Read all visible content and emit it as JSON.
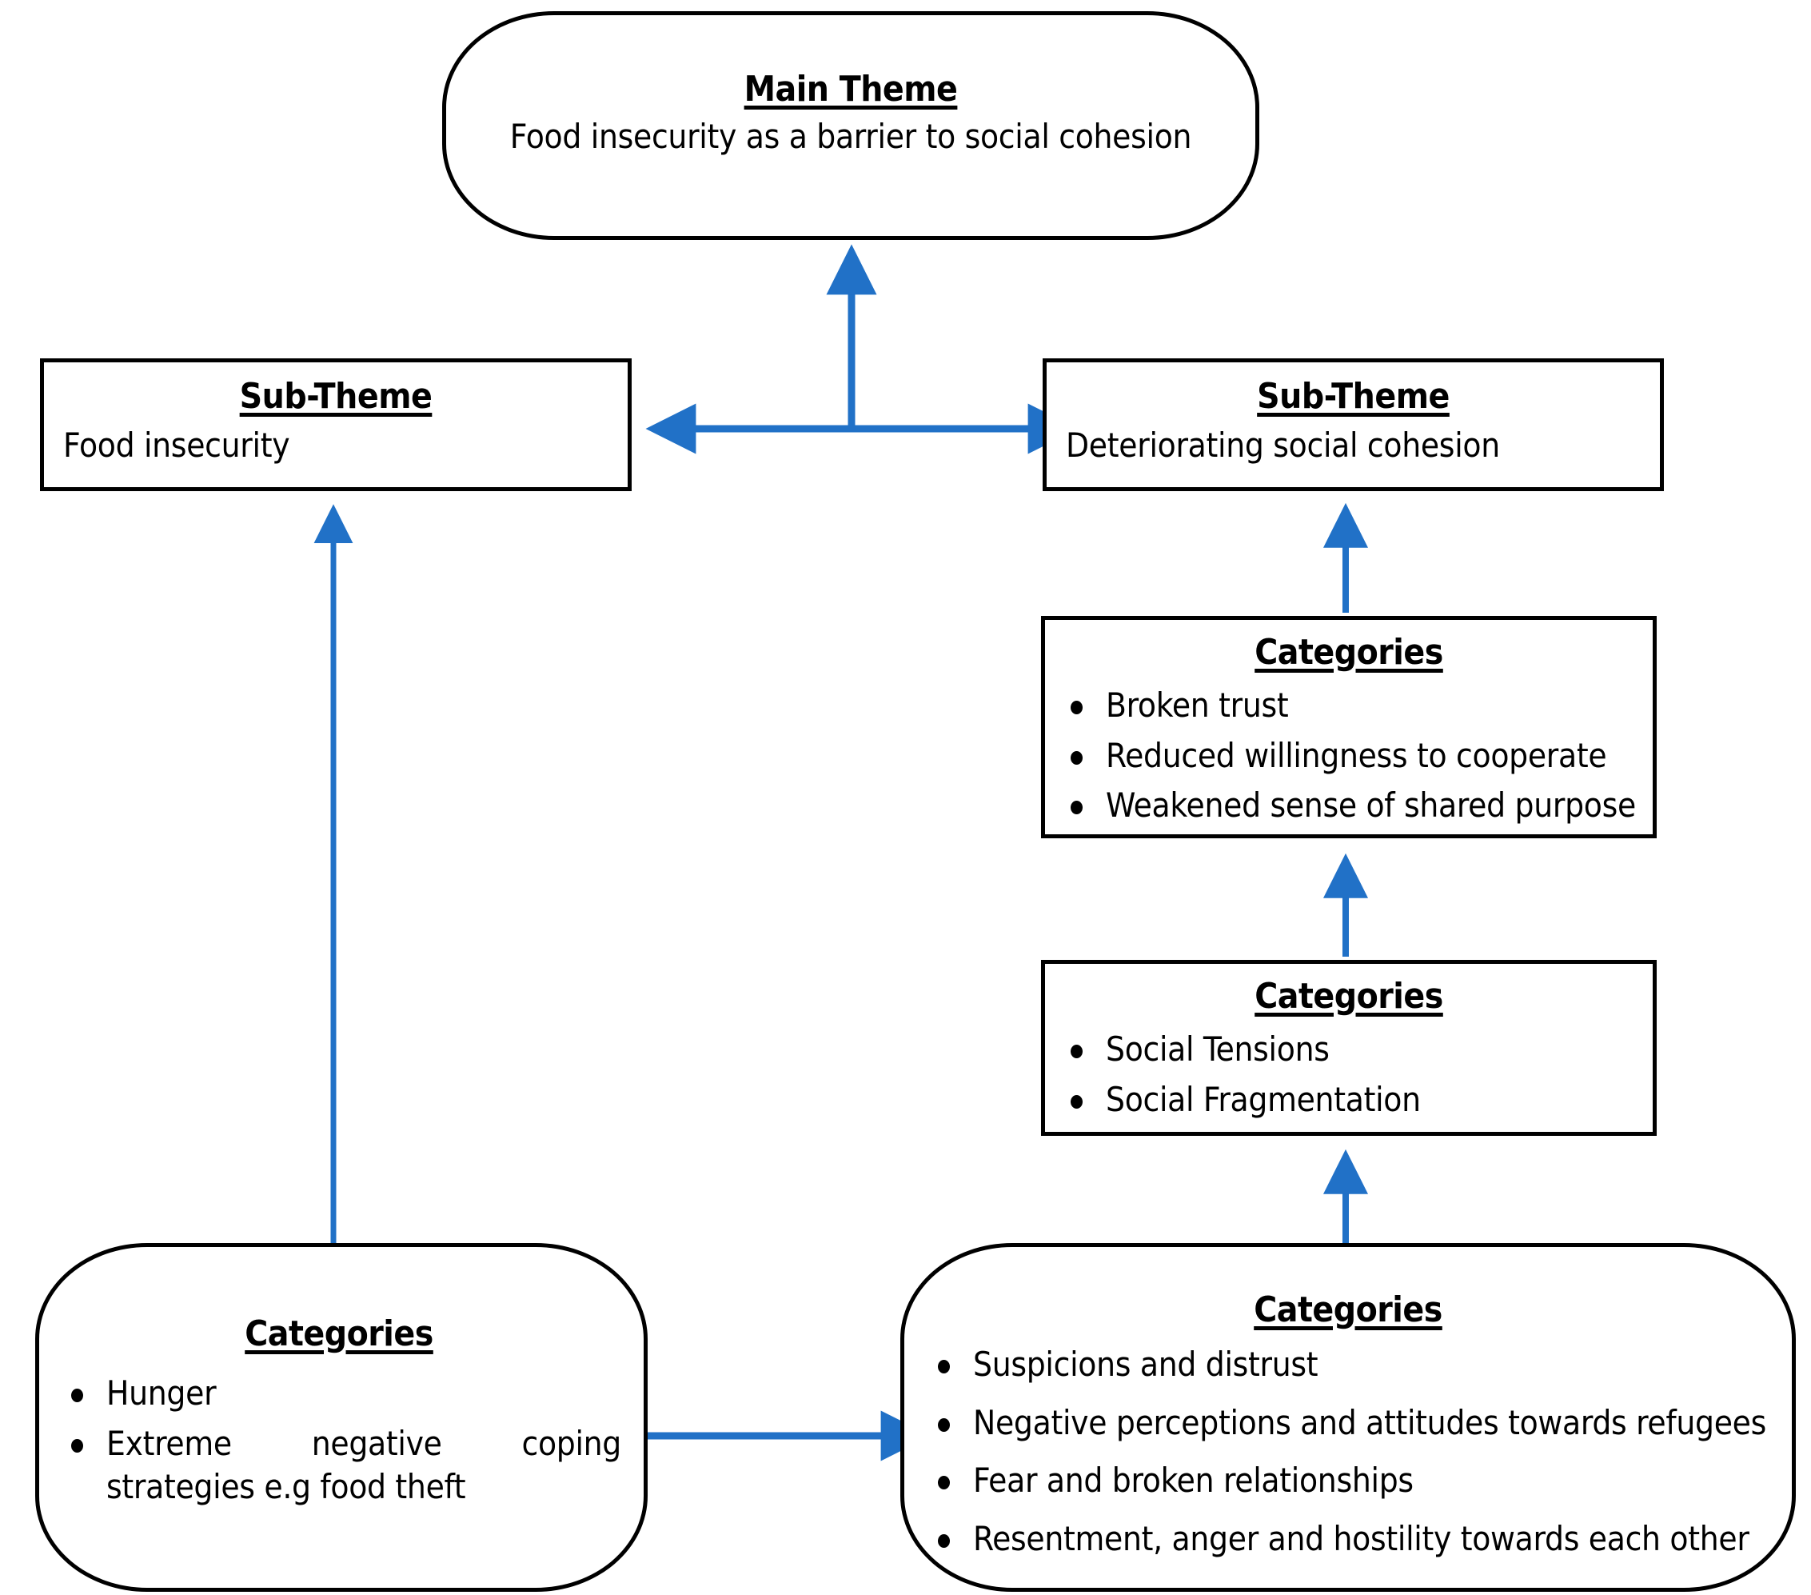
{
  "diagram": {
    "accent_color": "#2171C7",
    "outline_color": "#000000",
    "background_color": "#FFFFFF",
    "nodes": {
      "main_theme": {
        "title": "Main Theme",
        "subtitle": "Food insecurity as a barrier to social cohesion"
      },
      "sub_theme_left": {
        "title": "Sub-Theme",
        "subtitle": "Food insecurity"
      },
      "sub_theme_right": {
        "title": "Sub-Theme",
        "subtitle": "Deteriorating social cohesion"
      },
      "categories_trust": {
        "title": "Categories",
        "items": [
          "Broken trust",
          "Reduced willingness to cooperate",
          "Weakened sense of shared purpose"
        ]
      },
      "categories_social": {
        "title": "Categories",
        "items": [
          "Social Tensions",
          "Social Fragmentation"
        ]
      },
      "categories_food": {
        "title": "Categories",
        "items": [
          "Hunger",
          "Extreme negative coping strategies e.g food theft"
        ]
      },
      "categories_suspicion": {
        "title": "Categories",
        "items": [
          "Suspicions and distrust",
          "Negative perceptions and attitudes towards refugees",
          "Fear and broken relationships",
          "Resentment, anger and hostility towards each other"
        ]
      }
    }
  }
}
